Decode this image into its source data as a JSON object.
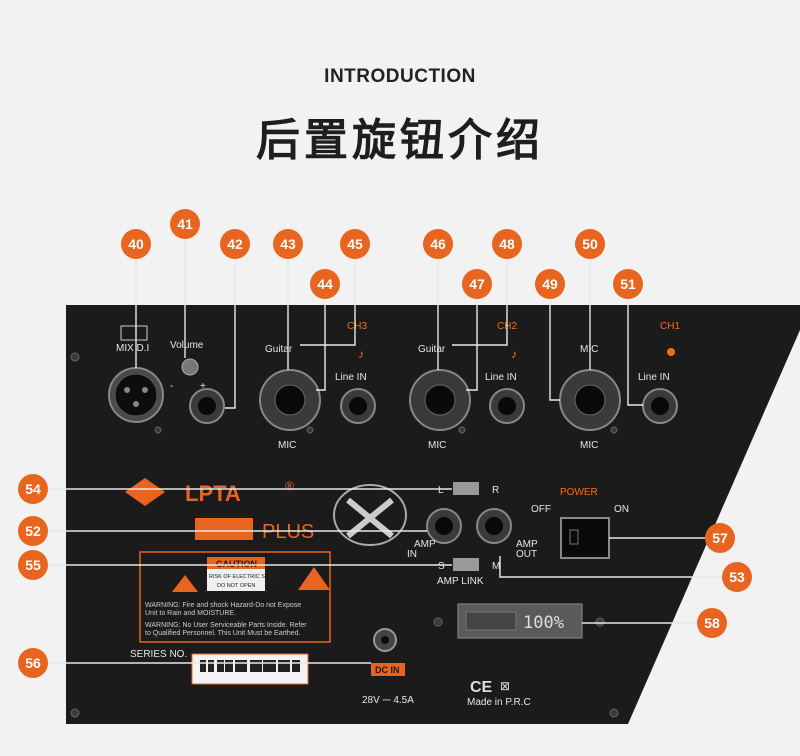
{
  "header": {
    "intro": "INTRODUCTION",
    "title": "后置旋钮介绍"
  },
  "colors": {
    "accent": "#e8651f",
    "panel": "#1b1b1b",
    "background": "#f2f2f2"
  },
  "callouts": [
    "40",
    "41",
    "42",
    "43",
    "44",
    "45",
    "46",
    "47",
    "48",
    "49",
    "50",
    "51",
    "52",
    "53",
    "54",
    "55",
    "56",
    "57",
    "58"
  ],
  "panel": {
    "mix_di": "MIX D.I",
    "volume": "Volume",
    "minus": "-",
    "plus": "+",
    "ch3": "CH3",
    "ch2": "CH2",
    "ch1": "CH1",
    "guitar_ch3": "Guitar",
    "guitar_ch2": "Guitar",
    "mic_ch1": "MIC",
    "line_in_ch3": "Line IN",
    "line_in_ch2": "Line IN",
    "line_in_ch1": "Line IN",
    "mic_ch3": "MIC",
    "mic_ch2": "MIC",
    "mic_ch1_bottom": "MIC",
    "brand": "LPTA",
    "registered": "®",
    "plus_logo": "PLUS",
    "switch_l": "L",
    "switch_r": "R",
    "amp_in_1": "AMP",
    "amp_in_2": "IN",
    "amp_out_1": "AMP",
    "amp_out_2": "OUT",
    "switch_s": "S",
    "switch_m": "M",
    "amp_link": "AMP LINK",
    "power": "POWER",
    "off": "OFF",
    "on": "ON",
    "caution": "CAUTION",
    "caution_line1": "RISK OF ELECTRIC SHOCK",
    "caution_line2": "DO NOT OPEN",
    "warning1_a": "WARNING: Fire and shock Hazard-Do not Expose",
    "warning1_b": "Unit to Rain and MOISTURE.",
    "warning2_a": "WARNING: No User Serviceable Parts Inside. Refer",
    "warning2_b": "to Qualified Personnel. This Unit Must be Earthed.",
    "series_no": "SERIES NO.",
    "dc_in": "DC IN",
    "dc_rating": "28V ⎓ 4.5A",
    "battery": "100%",
    "ce": "CE",
    "made_in": "Made in P.R.C"
  }
}
